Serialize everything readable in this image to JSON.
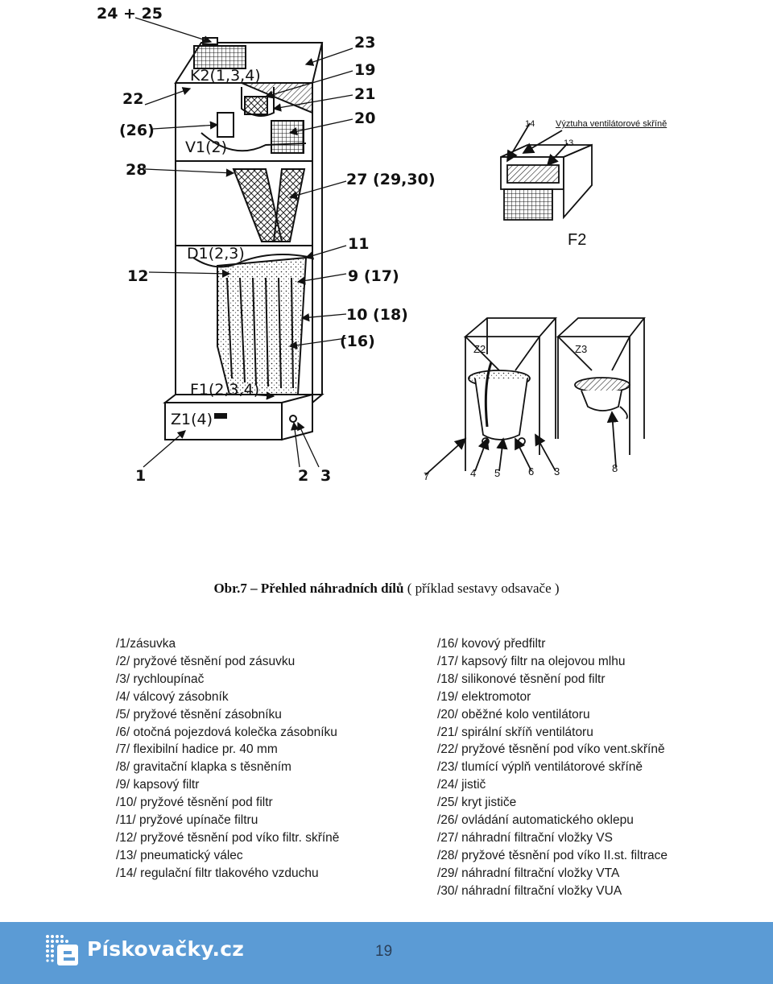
{
  "diagram_labels": {
    "top_ref": "24 + 25",
    "k2": "K2(1,3,4)",
    "n22": "22",
    "n26": "(26)",
    "v1": "V1(2)",
    "n28": "28",
    "n23": "23",
    "n19": "19",
    "n21": "21",
    "n20": "20",
    "n27": "27 (29,30)",
    "d1": "D1(2,3)",
    "n11": "11",
    "n12": "12",
    "n9": "9 (17)",
    "n10": "10 (18)",
    "n16": "(16)",
    "f1": "F1(2,3,4)",
    "z1": "Z1(4)",
    "n1": "1",
    "n2": "2",
    "n3": "3",
    "right_14": "14",
    "right_13": "13",
    "right_title": "Výztuha ventilátorové skříně",
    "f2": "F2",
    "z2": "Z2",
    "z3": "Z3",
    "b7": "7",
    "b4": "4",
    "b5": "5",
    "b6": "6",
    "b3": "3",
    "b8": "8"
  },
  "caption": {
    "prefix": "Obr.7 – ",
    "title": "Přehled náhradních dílů",
    "suffix": " ( příklad sestavy odsavače )"
  },
  "parts_left": [
    "/1/zásuvka",
    "/2/ pryžové těsnění pod zásuvku",
    "/3/ rychloupínač",
    "/4/ válcový zásobník",
    "/5/ pryžové těsnění zásobníku",
    "/6/ otočná pojezdová kolečka zásobníku",
    "/7/ flexibilní hadice pr. 40 mm",
    "/8/ gravitační klapka s těsněním",
    "/9/ kapsový filtr",
    "/10/ pryžové těsnění pod filtr",
    "/11/ pryžové upínače filtru",
    "/12/ pryžové těsnění pod víko filtr. skříně",
    "/13/ pneumatický válec",
    "/14/ regulační filtr tlakového vzduchu"
  ],
  "parts_right": [
    "/16/ kovový předfiltr",
    "/17/ kapsový filtr na olejovou mlhu",
    "/18/ silikonové těsnění pod filtr",
    "/19/ elektromotor",
    "/20/ oběžné kolo ventilátoru",
    "/21/ spirální skříň ventilátoru",
    "/22/ pryžové těsnění pod víko vent.skříně",
    "/23/ tlumící výplň ventilátorové skříně",
    "/24/ jistič",
    "/25/ kryt jističe",
    "/26/ ovládání automatického oklepu",
    "/27/ náhradní filtrační vložky VS",
    "/28/ pryžové těsnění pod víko II.st. filtrace",
    "/29/ náhradní filtrační vložky VTA",
    "/30/ náhradní filtrační vložky VUA"
  ],
  "footer": {
    "brand": "Pískovačky.cz",
    "page_number": "19"
  },
  "colors": {
    "footer_bg": "#5b9bd5",
    "brand_text": "#ffffff"
  }
}
